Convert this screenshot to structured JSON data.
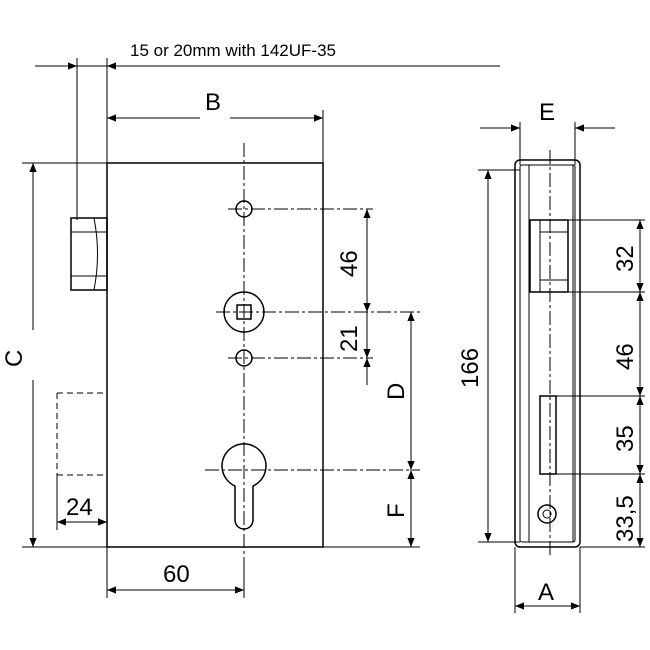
{
  "drawing": {
    "note": "15 or 20mm with 142UF-35",
    "front_view": {
      "labels": {
        "B": "B",
        "C": "C",
        "D": "D",
        "F": "F",
        "dim_46": "46",
        "dim_21": "21",
        "dim_24": "24",
        "dim_60": "60"
      }
    },
    "side_view": {
      "labels": {
        "E": "E",
        "A": "A",
        "dim_166": "166",
        "dim_32": "32",
        "dim_46": "46",
        "dim_35": "35",
        "dim_33_5": "33,5"
      }
    }
  }
}
